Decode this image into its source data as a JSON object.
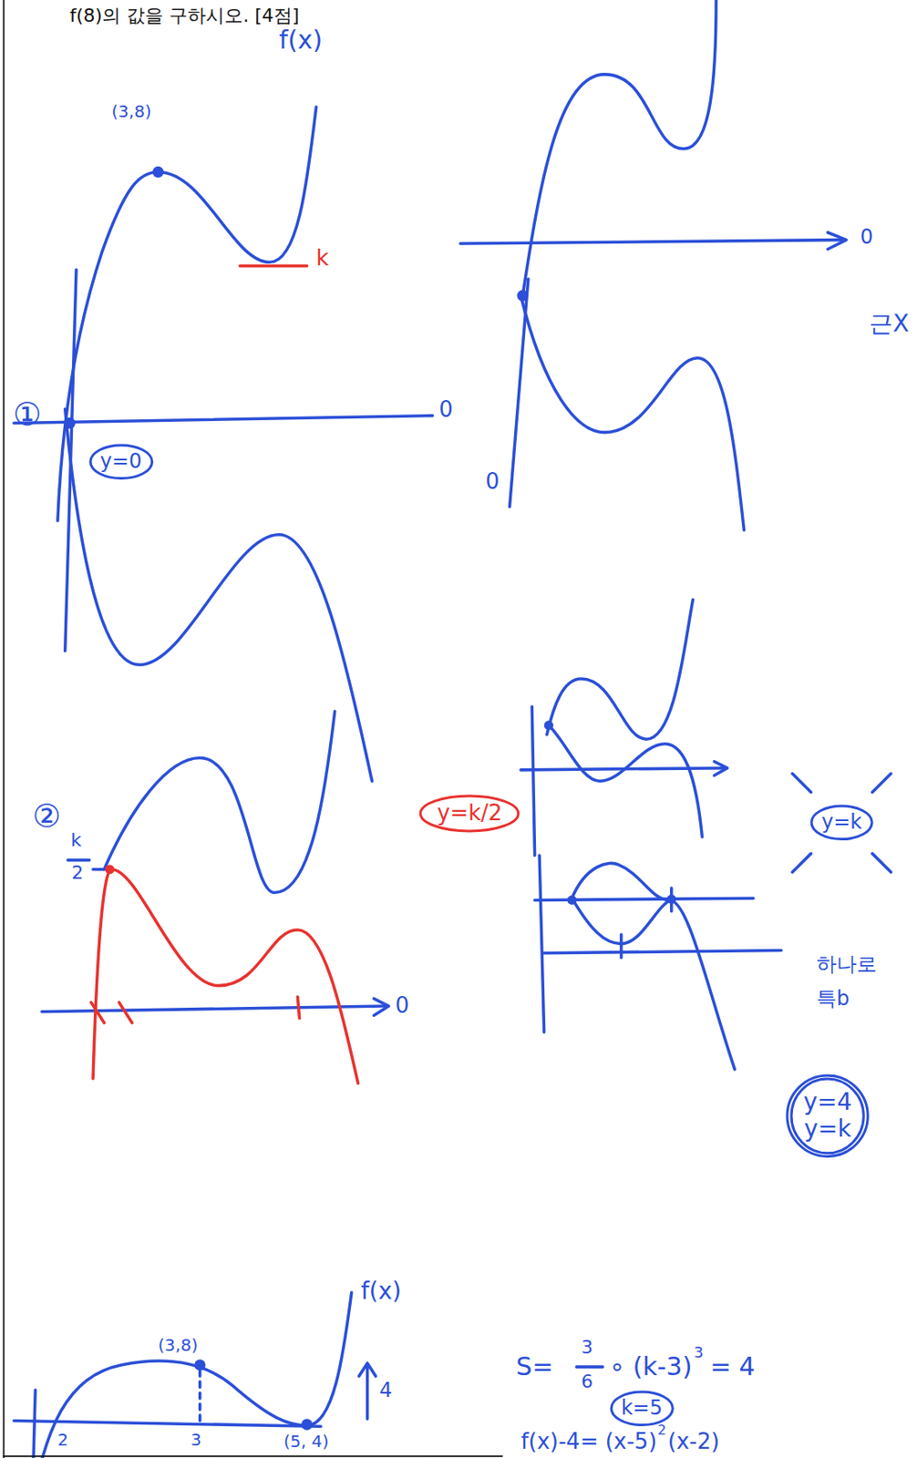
{
  "diagram": {
    "nodes": [
      {
        "text": [
          "y=0"
        ]
      },
      {
        "text": [
          "y=k/2"
        ]
      },
      {
        "text": [
          "y=k"
        ]
      },
      {
        "text": [
          "y=4",
          "y=k"
        ]
      },
      {
        "text": [
          "k=5"
        ]
      }
    ],
    "labels": [
      "f(8)의 값을 구하시오. [4점]",
      "f(x)",
      "(3,8)",
      "k",
      "①",
      "0",
      "0",
      "근X",
      "0",
      "②",
      "k",
      "2",
      "0",
      "하나로",
      "특b",
      "f(x)",
      "(3,8)",
      "4",
      "2",
      "3",
      "(5, 4)",
      "S=",
      "3",
      "6",
      "∘ (k-3)",
      "3",
      "= 4",
      "f(x)-4= (x-5)",
      "2",
      "(x-2)"
    ]
  }
}
